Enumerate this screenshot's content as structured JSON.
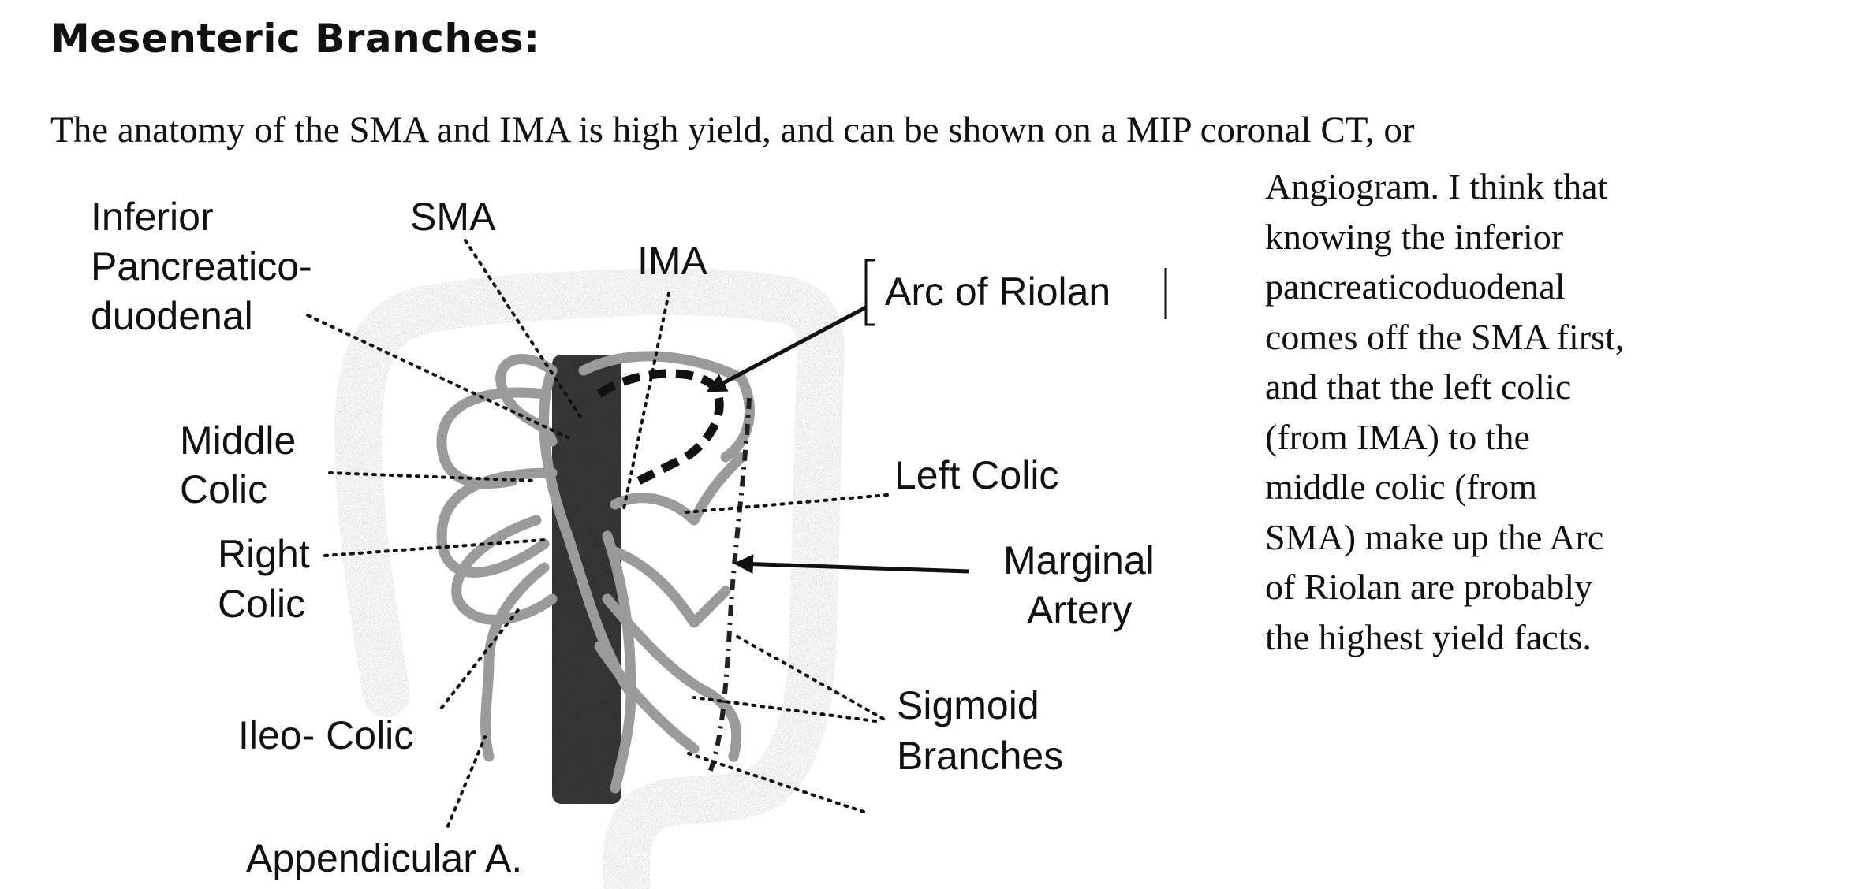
{
  "heading": "Mesenteric Branches:",
  "intro": "The anatomy of the SMA and IMA is high yield, and can be shown on a MIP coronal CT, or",
  "side_text_lines": [
    "Angiogram.  I think that",
    "knowing the inferior",
    "pancreaticoduodenal",
    "comes off the SMA first,",
    "and that the left colic",
    "(from IMA) to the",
    "middle colic (from",
    "SMA) make up the Arc",
    "of Riolan are probably",
    "the highest yield facts."
  ],
  "diagram": {
    "labels": {
      "inferior_pancreatico_line1": "Inferior",
      "inferior_pancreatico_line2": "Pancreatico-",
      "inferior_pancreatico_line3": "duodenal",
      "sma": "SMA",
      "ima": "IMA",
      "arc_of_riolan": "Arc of Riolan",
      "middle_colic_line1": "Middle",
      "middle_colic_line2": "Colic",
      "right_colic_line1": "Right",
      "right_colic_line2": "Colic",
      "left_colic": "Left Colic",
      "marginal_artery_line1": "Marginal",
      "marginal_artery_line2": "Artery",
      "sigmoid_branches_line1": "Sigmoid",
      "sigmoid_branches_line2": "Branches",
      "ileo_colic": "Ileo- Colic",
      "appendicular": "Appendicular A."
    }
  }
}
